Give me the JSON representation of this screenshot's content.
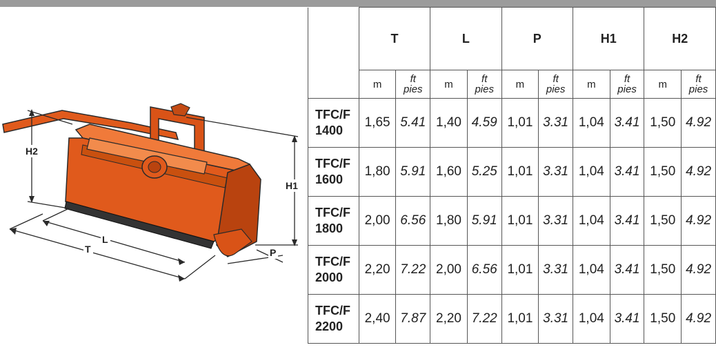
{
  "diagram": {
    "labels": {
      "h2": "H2",
      "h1": "H1",
      "l": "L",
      "t": "T",
      "p": "P"
    },
    "colors": {
      "machine_body": "#e05a1c",
      "machine_shadow": "#b9430f",
      "machine_light": "#f07a3a",
      "outline": "#2a2a2a"
    }
  },
  "table": {
    "dimension_headers": [
      "T",
      "L",
      "P",
      "H1",
      "H2"
    ],
    "unit_metric": "m",
    "unit_imperial_line1": "ft",
    "unit_imperial_line2": "pies",
    "rows": [
      {
        "model_line1": "TFC/F",
        "model_line2": "1400",
        "values": [
          "1,65",
          "5.41",
          "1,40",
          "4.59",
          "1,01",
          "3.31",
          "1,04",
          "3.41",
          "1,50",
          "4.92"
        ]
      },
      {
        "model_line1": "TFC/F",
        "model_line2": "1600",
        "values": [
          "1,80",
          "5.91",
          "1,60",
          "5.25",
          "1,01",
          "3.31",
          "1,04",
          "3.41",
          "1,50",
          "4.92"
        ]
      },
      {
        "model_line1": "TFC/F",
        "model_line2": "1800",
        "values": [
          "2,00",
          "6.56",
          "1,80",
          "5.91",
          "1,01",
          "3.31",
          "1,04",
          "3.41",
          "1,50",
          "4.92"
        ]
      },
      {
        "model_line1": "TFC/F",
        "model_line2": "2000",
        "values": [
          "2,20",
          "7.22",
          "2,00",
          "6.56",
          "1,01",
          "3.31",
          "1,04",
          "3.41",
          "1,50",
          "4.92"
        ]
      },
      {
        "model_line1": "TFC/F",
        "model_line2": "2200",
        "values": [
          "2,40",
          "7.87",
          "2,20",
          "7.22",
          "1,01",
          "3.31",
          "1,04",
          "3.41",
          "1,50",
          "4.92"
        ]
      }
    ]
  }
}
